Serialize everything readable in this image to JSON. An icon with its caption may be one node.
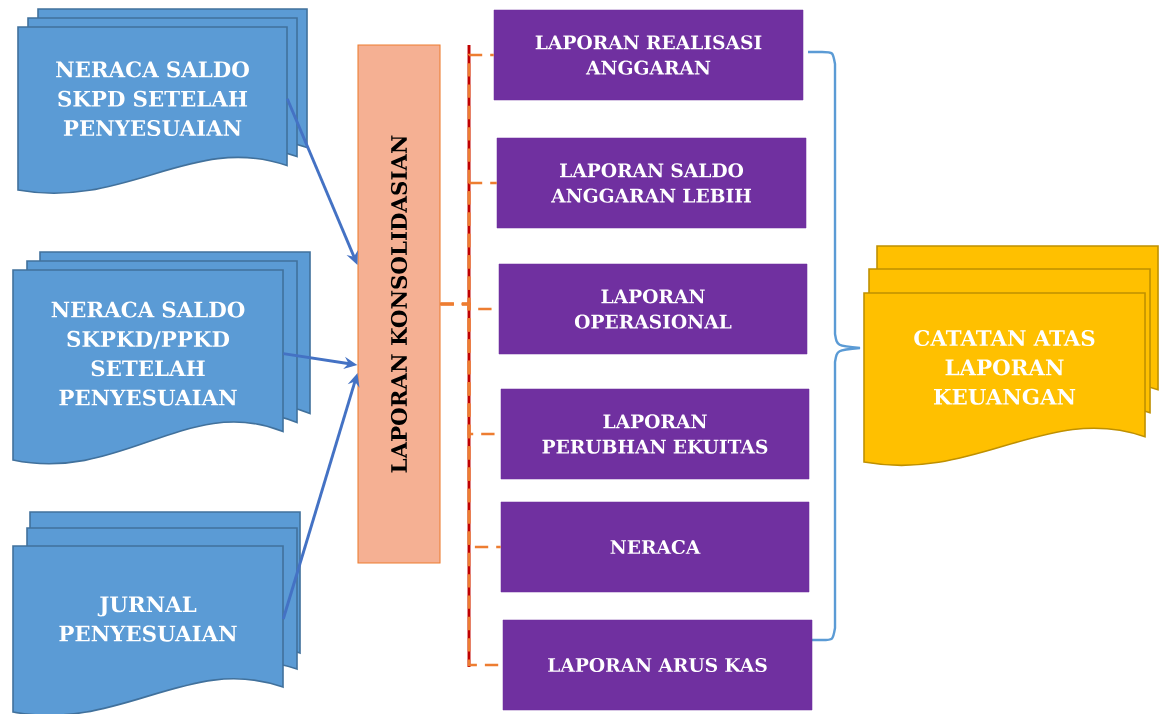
{
  "diagram": {
    "nodes": [
      {
        "text": [
          "NERACA SALDO SKPD SETELAH PENYESUAIAN"
        ]
      },
      {
        "text": [
          "NERACA SALDO SKPKD/PPKD SETELAH PENYESUAIAN"
        ]
      },
      {
        "text": [
          "JURNAL PENYESUAIAN"
        ]
      },
      {
        "text": [
          "LAPORAN KONSOLIDASIAN"
        ]
      },
      {
        "text": [
          "LAPORAN REALISASI ANGGARAN"
        ]
      },
      {
        "text": [
          "LAPORAN SALDO ANGGARAN LEBIH"
        ]
      },
      {
        "text": [
          "LAPORAN OPERASIONAL"
        ]
      },
      {
        "text": [
          "LAPORAN PERUBHAN EKUITAS"
        ]
      },
      {
        "text": [
          "NERACA"
        ]
      },
      {
        "text": [
          "LAPORAN ARUS KAS"
        ]
      },
      {
        "text": [
          "CATATAN ATAS LAPORAN KEUANGAN"
        ]
      }
    ],
    "edges": [
      {
        "from": 0,
        "to": 3,
        "arrow": "to",
        "color": "#4472c4"
      },
      {
        "from": 1,
        "to": 3,
        "arrow": "to",
        "color": "#4472c4"
      },
      {
        "from": 2,
        "to": 3,
        "arrow": "to",
        "color": "#4472c4"
      },
      {
        "from": 3,
        "to": 4,
        "arrow": "none",
        "style": "dashed",
        "color": "#ed7d31"
      },
      {
        "from": 3,
        "to": 5,
        "arrow": "none",
        "style": "dashed",
        "color": "#ed7d31"
      },
      {
        "from": 3,
        "to": 6,
        "arrow": "none",
        "style": "dashed",
        "color": "#ed7d31"
      },
      {
        "from": 3,
        "to": 7,
        "arrow": "none",
        "style": "dashed",
        "color": "#ed7d31"
      },
      {
        "from": 3,
        "to": 8,
        "arrow": "none",
        "style": "dashed",
        "color": "#ed7d31"
      },
      {
        "from": 3,
        "to": 9,
        "arrow": "none",
        "style": "dashed",
        "color": "#ed7d31"
      }
    ]
  }
}
